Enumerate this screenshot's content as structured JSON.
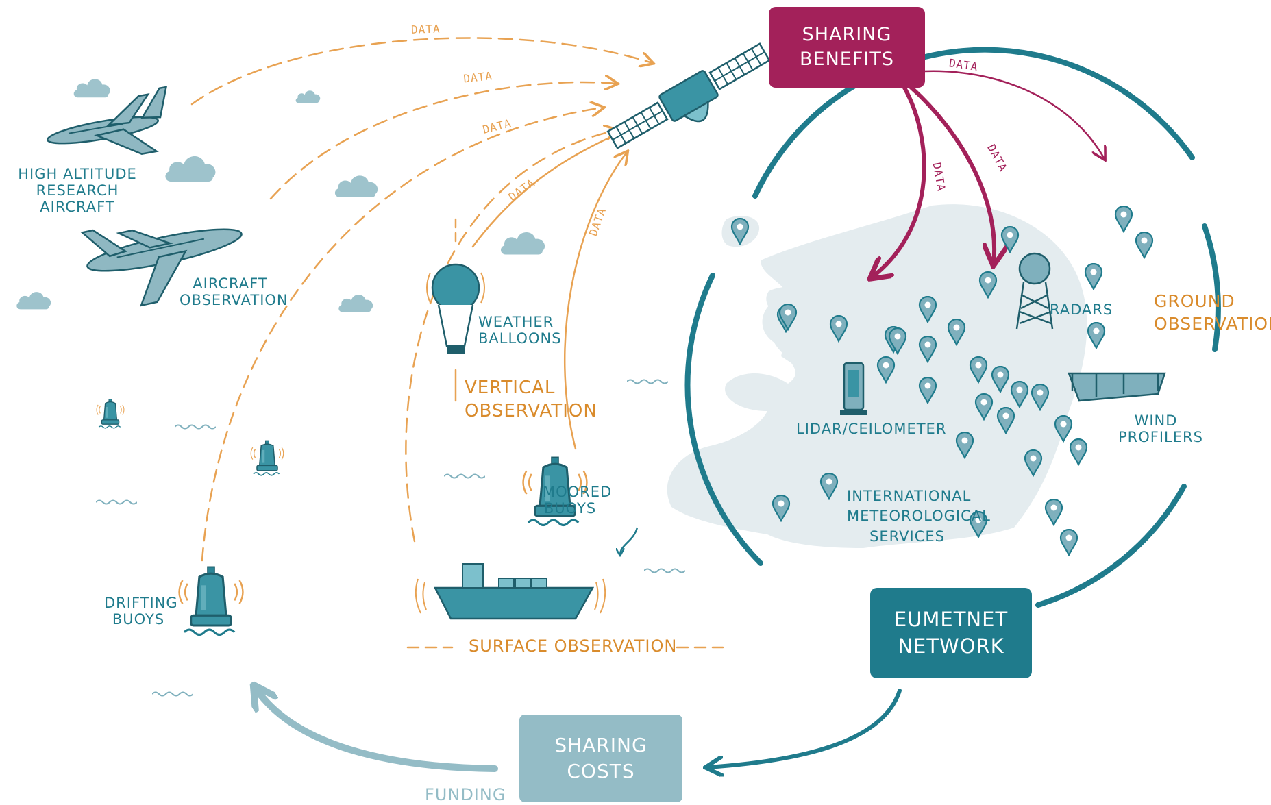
{
  "boxes": {
    "sharing_benefits": [
      "SHARING",
      "BENEFITS"
    ],
    "eumetnet_network": [
      "EUMETNET",
      "NETWORK"
    ],
    "sharing_costs": [
      "SHARING",
      "COSTS"
    ]
  },
  "labels": {
    "high_altitude": [
      "HIGH ALTITUDE",
      "RESEARCH AIRCRAFT"
    ],
    "aircraft_observation": [
      "AIRCRAFT",
      "OBSERVATION"
    ],
    "weather_balloons": [
      "WEATHER",
      "BALLOONS"
    ],
    "vertical_observation": [
      "VERTICAL",
      "OBSERVATION"
    ],
    "moored_buoys": [
      "MOORED",
      "BUOYS"
    ],
    "drifting_buoys": [
      "DRIFTING",
      "BUOYS"
    ],
    "surface_observation": "SURFACE OBSERVATION",
    "funding": "FUNDING",
    "radars": "RADARS",
    "ground_observation": [
      "GROUND",
      "OBSERVATION"
    ],
    "lidar": "LIDAR/CEILOMETER",
    "wind_profilers": [
      "WIND",
      "PROFILERS"
    ],
    "international": [
      "INTERNATIONAL",
      "METEOROLOGICAL",
      "SERVICES"
    ],
    "data": "DATA"
  },
  "colors": {
    "teal": "#1f7b8c",
    "orange": "#e8a252",
    "orange_text": "#d98b2c",
    "magenta": "#a3215a",
    "light_teal": "#94bcc6",
    "map": "#e4ecef",
    "icon": "#7fb0bd",
    "cloud": "#9ec3cc"
  }
}
